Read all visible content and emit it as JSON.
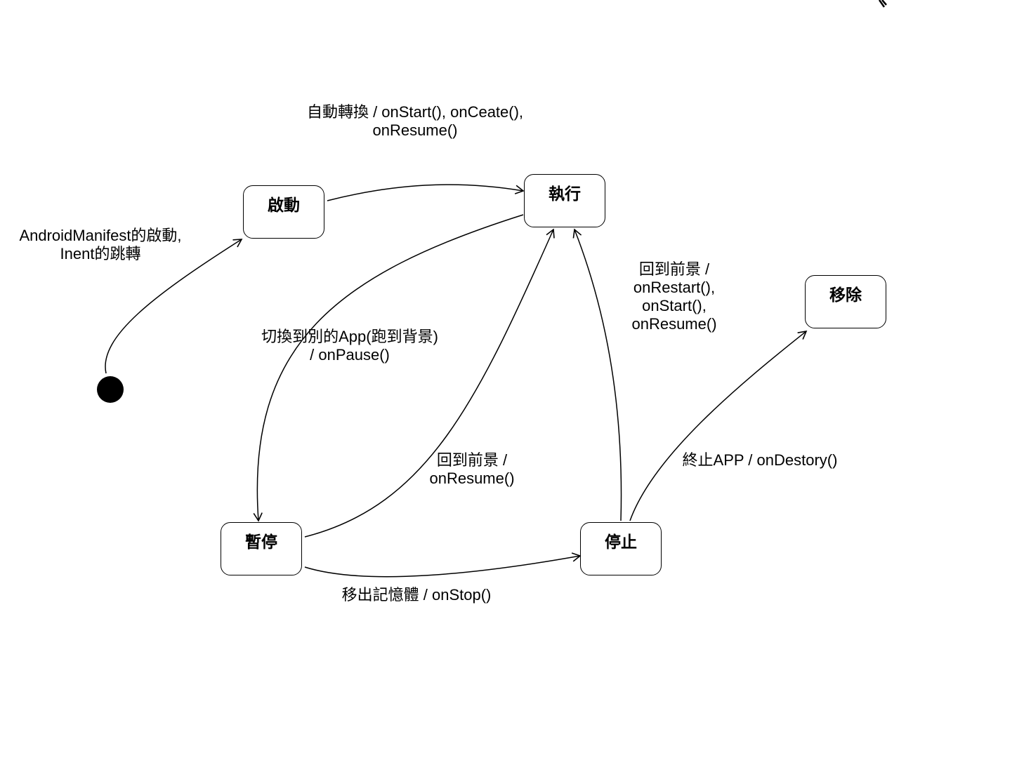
{
  "states": {
    "start": "啟動",
    "run": "執行",
    "pause": "暫停",
    "stop": "停止",
    "remove": "移除"
  },
  "transitions": {
    "initial_to_start": [
      "AndroidManifest的啟動,",
      "Inent的跳轉"
    ],
    "start_to_run": [
      "自動轉換 / onStart(), onCeate(),",
      "onResume()"
    ],
    "run_to_pause": [
      "切換到別的App(跑到背景)",
      "/ onPause()"
    ],
    "pause_to_run": [
      "回到前景 /",
      "onResume()"
    ],
    "stop_to_run": [
      "回到前景 /",
      "onRestart(),",
      "onStart(),",
      "onResume()"
    ],
    "stop_to_remove": [
      "終止APP / onDestory()"
    ],
    "pause_to_stop": [
      "移出記憶體 / onStop()"
    ]
  }
}
